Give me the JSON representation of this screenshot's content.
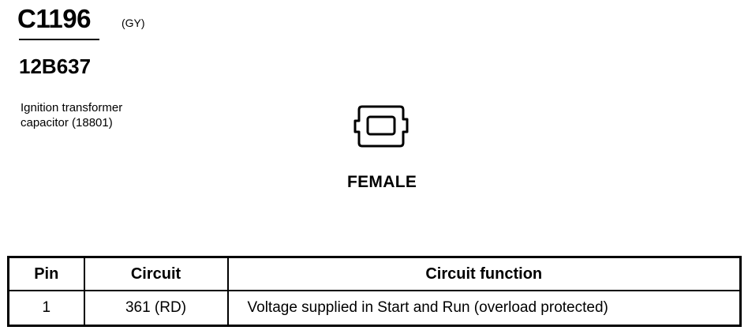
{
  "connector": {
    "id": "C1196",
    "color_code": "(GY)",
    "part_number": "12B637",
    "description_lines": [
      "Ignition transformer",
      "capacitor (18801)"
    ],
    "gender": "FEMALE",
    "icon": "connector-face-icon"
  },
  "table": {
    "headers": {
      "pin": "Pin",
      "circuit": "Circuit",
      "function": "Circuit function"
    },
    "rows": [
      {
        "pin": "1",
        "circuit": "361 (RD)",
        "function": "Voltage supplied in Start and Run (overload protected)"
      }
    ]
  }
}
